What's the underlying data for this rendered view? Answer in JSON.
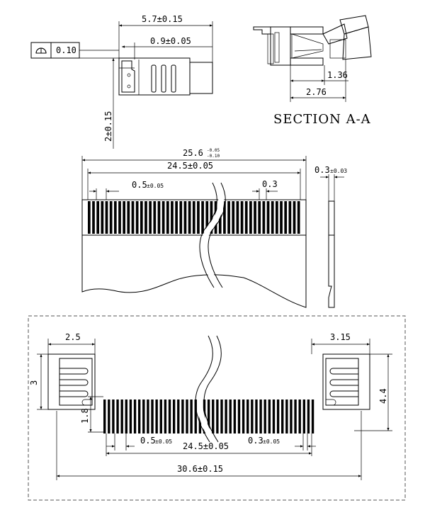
{
  "top_view": {
    "dim_5_7": "5.7±0.15",
    "dim_0_9": "0.9±0.05",
    "flatness_value": "0.10",
    "dim_2": "2±0.15"
  },
  "section": {
    "dim_1_36": "1.36",
    "dim_2_76": "2.76",
    "title": "SECTION A-A"
  },
  "fpc_view": {
    "dim_25_6": "25.6",
    "dim_25_6_tol_upper": "-0.05",
    "dim_25_6_tol_lower": "-0.10",
    "dim_24_5": "24.5±0.05",
    "dim_0_5_main": "0.5",
    "dim_0_5_tol": "±0.05",
    "dim_0_3": "0.3",
    "dim_thickness_main": "0.3",
    "dim_thickness_tol": "±0.03"
  },
  "footprint": {
    "dim_2_5": "2.5",
    "dim_3_15": "3.15",
    "dim_3": "3",
    "dim_4_4": "4.4",
    "dim_1_8": "1.8",
    "dim_0_5_main": "0.5",
    "dim_0_5_tol": "±0.05",
    "dim_24_5": "24.5±0.05",
    "dim_0_3_main": "0.3",
    "dim_0_3_tol": "±0.05",
    "dim_30_6": "30.6±0.15"
  },
  "colors": {
    "line": "#000000",
    "fill_dark": "#000000",
    "background": "#ffffff"
  },
  "icons": {
    "flatness_symbol": "flatness-icon"
  }
}
